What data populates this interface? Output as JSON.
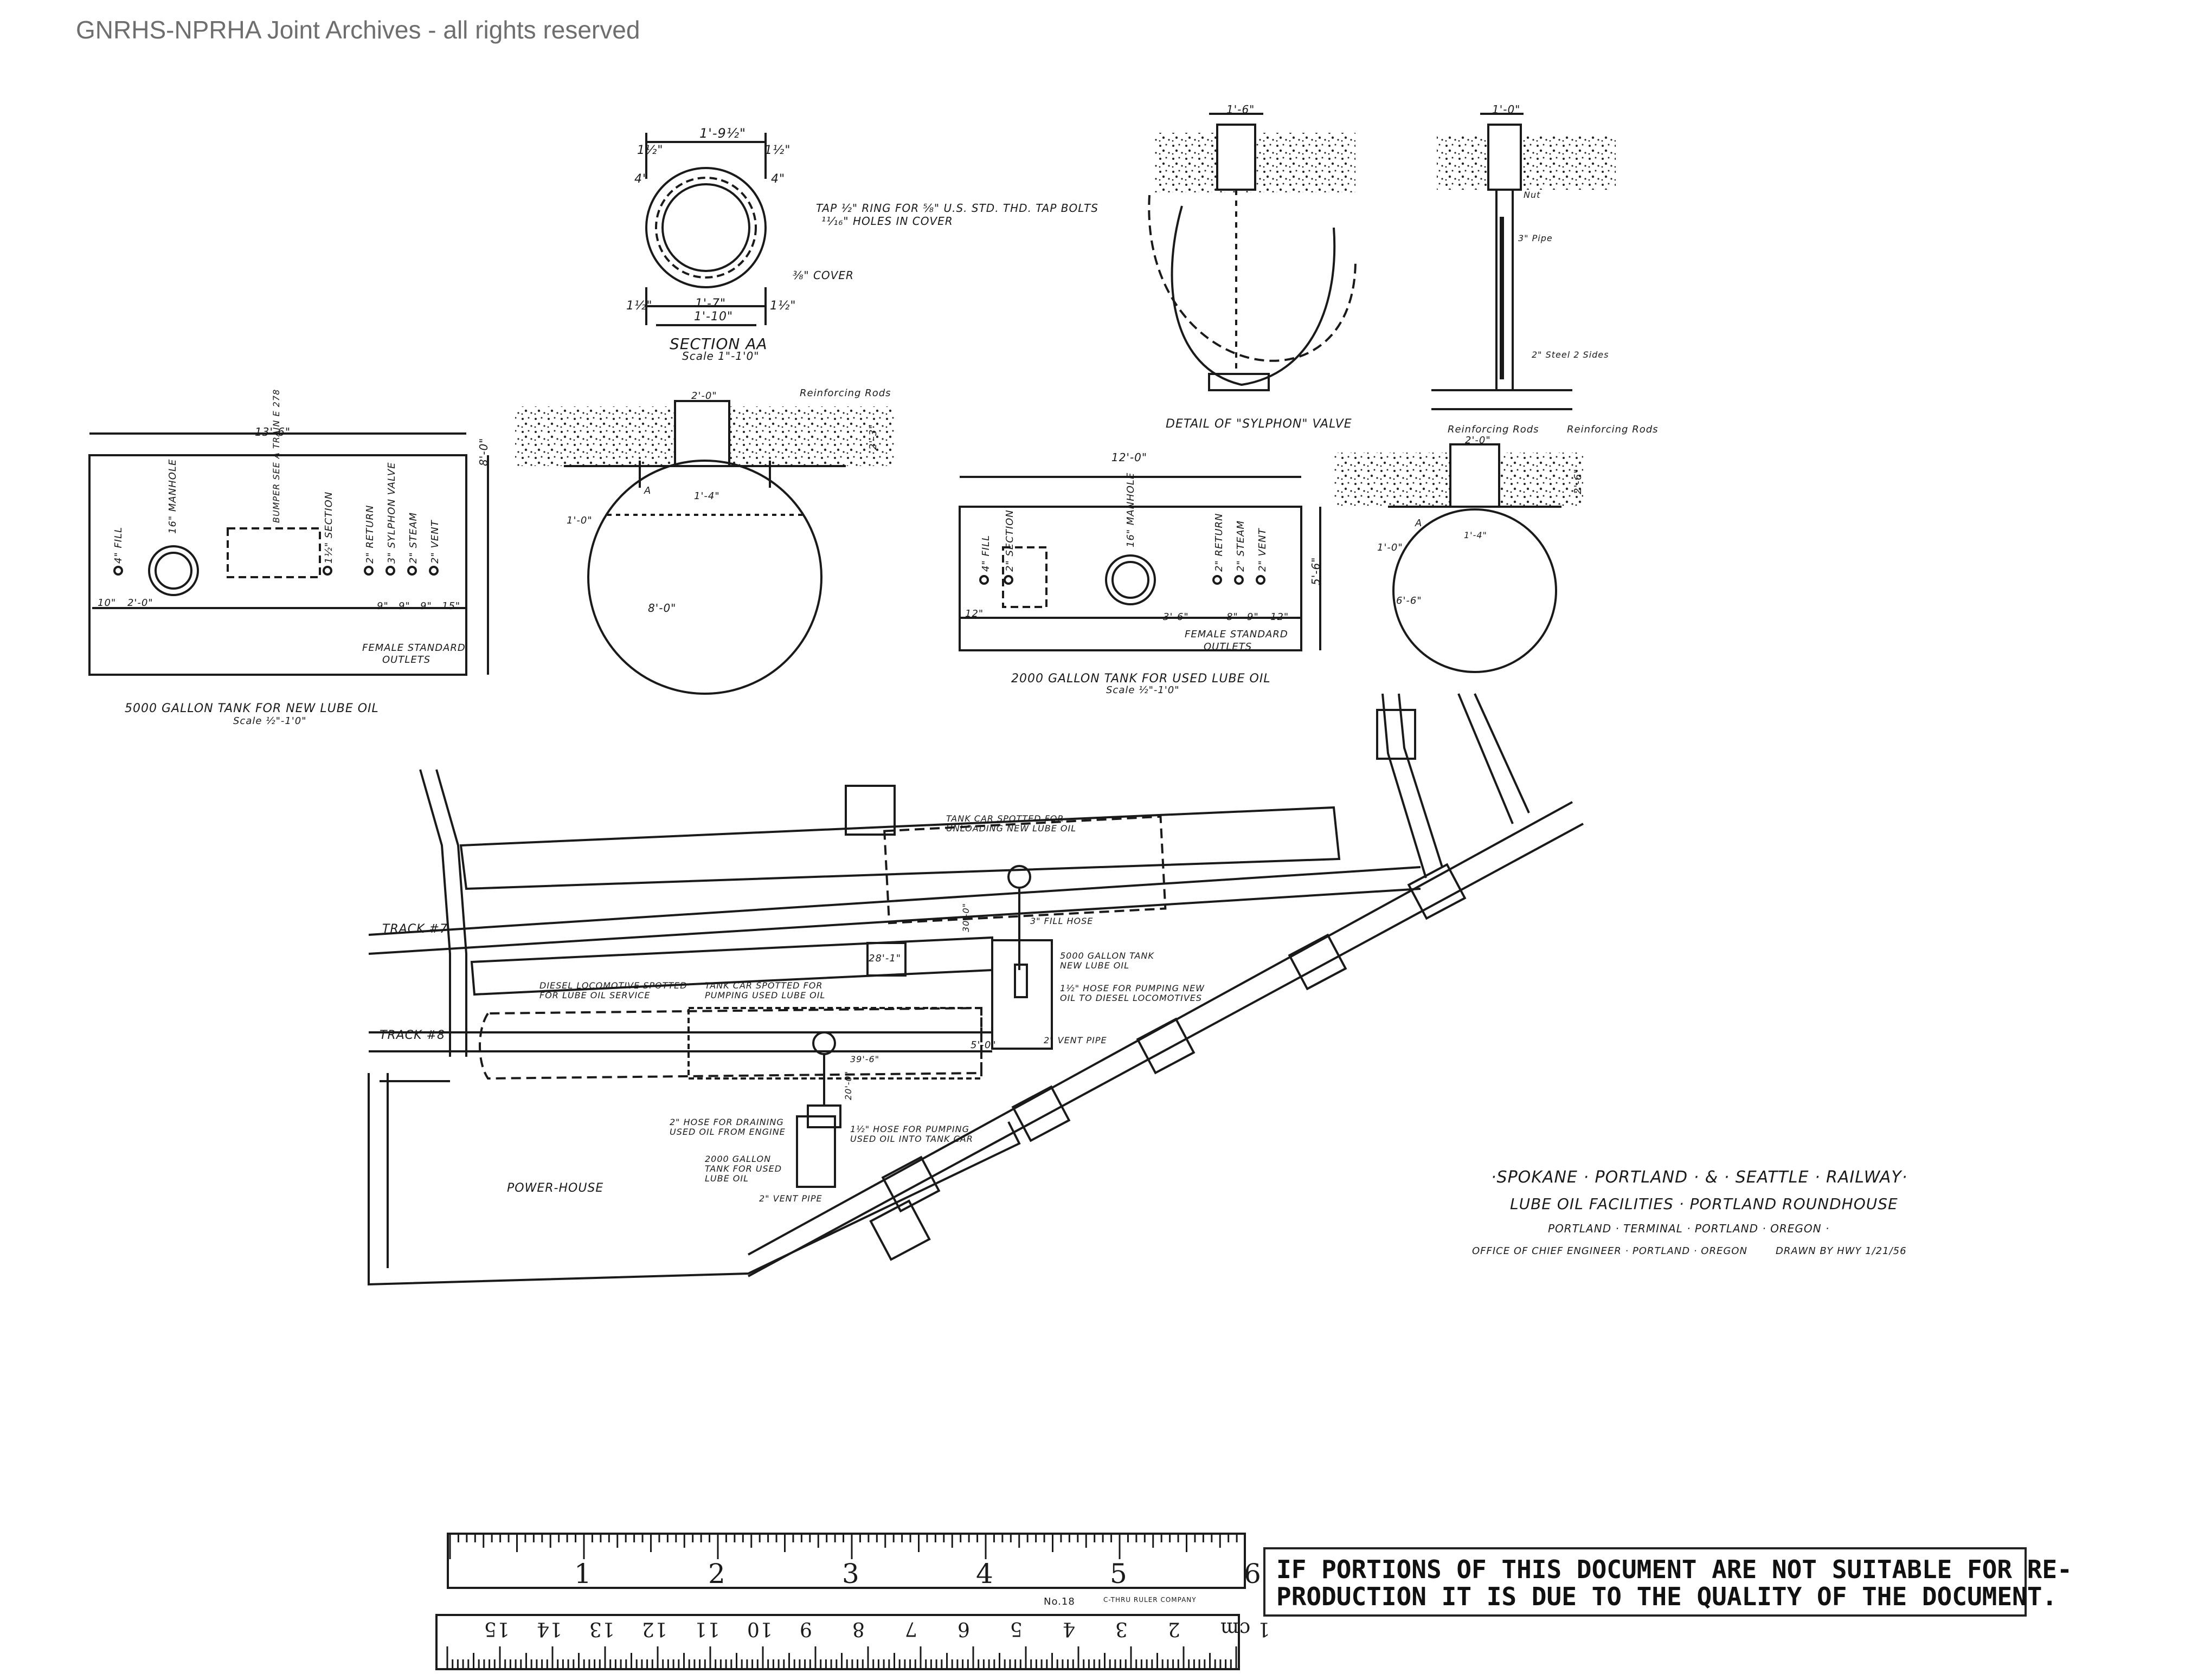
{
  "watermark": "GNRHS-NPRHA Joint Archives - all rights reserved",
  "section_aa": {
    "dim_overall": "1'-9½\"",
    "dim_left_top": "1½\"",
    "dim_right_top": "1½\"",
    "dim_left_4": "4\"",
    "dim_right_4": "4\"",
    "tap_note_1": "TAP ½\" RING FOR ⅝\" U.S. STD. THD. TAP BOLTS",
    "tap_note_2": "¹¹⁄₁₆\" HOLES IN COVER",
    "cover_note": "⅜\" COVER",
    "dim_bottom_left": "1½\"",
    "dim_bottom_mid": "1'-7\"",
    "dim_bottom_right": "1½\"",
    "dim_bottom_total": "1'-10\"",
    "title": "SECTION AA",
    "scale": "Scale 1\"-1'0\""
  },
  "sylphon_detail": {
    "dim_top": "1'-6\"",
    "caption": "DETAIL OF \"SYLPHON\" VALVE"
  },
  "pipe_detail": {
    "dim_top": "1'-0\"",
    "note_nut": "Nut",
    "note_pipe": "3\" Pipe",
    "note_steel": "2\" Steel 2 Sides",
    "reinforcing": "Reinforcing Rods"
  },
  "tank_5000_plan": {
    "length": "13'-6\"",
    "width": "8'-0\"",
    "fill": "4\" FILL",
    "manhole": "16\" MANHOLE",
    "bumper": "BUMPER SEE A TRAIN E 278",
    "section": "1½\" SECTION",
    "return": "2\" RETURN",
    "valve": "3\" SYLPHON VALVE",
    "steam": "2\" STEAM",
    "vent": "2\" VENT",
    "dim_10": "10\"",
    "dim_2": "2'-0\"",
    "dim_9a": "9\"",
    "dim_9b": "9\"",
    "dim_9c": "9\"",
    "dim_15": "15\"",
    "outlets_1": "FEMALE STANDARD",
    "outlets_2": "OUTLETS",
    "caption": "5000 GALLON TANK FOR NEW LUBE OIL",
    "scale": "Scale ½\"-1'0\""
  },
  "tank_5000_section": {
    "reinforcing": "Reinforcing Rods",
    "dim_top": "2'-0\"",
    "dim_neck": "1'-4\"",
    "dim_side": "1'-0\"",
    "dim_right": "2'-3\"",
    "dim_dia": "8'-0\"",
    "marker": "A"
  },
  "tank_2000_plan": {
    "length": "12'-0\"",
    "width": "5'-6\"",
    "fill": "4\" FILL",
    "section": "2\" SECTION",
    "manhole": "16\" MANHOLE",
    "return": "2\" RETURN",
    "steam": "2\" STEAM",
    "vent": "2\" VENT",
    "dim_12": "12\"",
    "dim_36": "3'-6\"",
    "dim_8": "8\"",
    "dim_9": "9\"",
    "dim_12b": "12\"",
    "outlets_1": "FEMALE STANDARD",
    "outlets_2": "OUTLETS",
    "caption": "2000 GALLON TANK FOR USED LUBE OIL",
    "scale": "Scale ½\"-1'0\""
  },
  "tank_2000_section": {
    "reinforcing": "Reinforcing Rods",
    "dim_top": "2'-0\"",
    "dim_neck": "1'-4\"",
    "dim_side": "1'-0\"",
    "dim_right": "2'-6\"",
    "dim_dia": "6'-6\"",
    "marker": "A"
  },
  "site_plan": {
    "track_7": "TRACK #7",
    "track_8": "TRACK #8",
    "tank_car_new": "TANK CAR SPOTTED FOR UNLOADING NEW LUBE OIL",
    "fill_hose": "3\" FILL HOSE",
    "tank_5000": "5000 GALLON TANK NEW LUBE OIL",
    "hose_new": "1½\" HOSE FOR PUMPING NEW OIL TO DIESEL LOCOMOTIVES",
    "vent_pipe_1": "2\" VENT PIPE",
    "diesel_spotted": "DIESEL LOCOMOTIVE SPOTTED FOR LUBE OIL SERVICE",
    "tank_car_used": "TANK CAR SPOTTED FOR PUMPING USED LUBE OIL",
    "dim_28": "28'-1\"",
    "dim_50": "5'-0\"",
    "dim_39": "39'-6\"",
    "dim_30": "30'-0\"",
    "dim_20": "20'-0\"",
    "hose_drain": "2\" HOSE FOR DRAINING USED OIL FROM ENGINE",
    "hose_pump": "1½\" HOSE FOR PUMPING USED OIL INTO TANK CAR",
    "tank_2000": "2000 GALLON TANK FOR USED LUBE OIL",
    "vent_pipe_2": "2\" VENT PIPE",
    "power_house": "POWER-HOUSE"
  },
  "title_block": {
    "railway": "·SPOKANE · PORTLAND · & · SEATTLE · RAILWAY·",
    "subject": "LUBE OIL FACILITIES · PORTLAND ROUNDHOUSE",
    "location": "PORTLAND · TERMINAL · PORTLAND · OREGON ·",
    "office": "OFFICE OF CHIEF ENGINEER · PORTLAND · OREGON",
    "drawn": "DRAWN BY HWY 1/21/56"
  },
  "ruler": {
    "inch_numbers": [
      "1",
      "2",
      "3",
      "4",
      "5",
      "6"
    ],
    "cm_numbers": [
      "15",
      "14",
      "13",
      "12",
      "11",
      "10",
      "9",
      "8",
      "7",
      "6",
      "5",
      "4",
      "3",
      "2",
      "1 cm"
    ],
    "part_no": "No.18",
    "maker": "C-THRU RULER COMPANY"
  },
  "notice": {
    "line1": "IF PORTIONS OF THIS DOCUMENT ARE NOT SUITABLE FOR RE-",
    "line2": "PRODUCTION IT IS DUE TO THE QUALITY OF THE DOCUMENT."
  }
}
